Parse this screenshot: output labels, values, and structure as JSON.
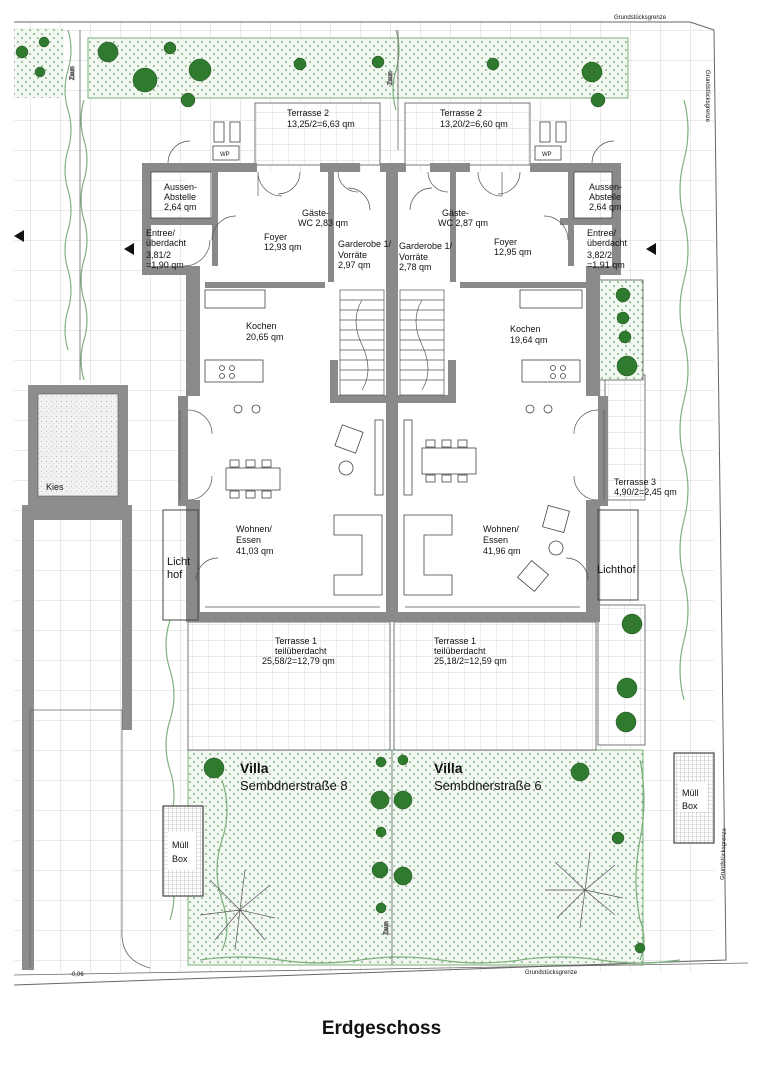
{
  "colors": {
    "wall": "#8a8a8a",
    "line": "#5a5a5a",
    "grid": "#c8c8c8",
    "hedge": "#7db07d",
    "tree": "#2f7a2f",
    "lawn_dot": "#3c8a3c"
  },
  "boundary": {
    "top_label": "Grundstücksgrenze",
    "right_label": "Grundstücksgrenze",
    "right_lower_label": "Grundstücksgrenze",
    "bottom_label": "Grundstücksgrenze",
    "level_mark": "-0,06"
  },
  "fence": {
    "label": "Zaun"
  },
  "left_house": {
    "terrace2": {
      "name": "Terrasse 2",
      "area": "13,25/2=6,63 qm"
    },
    "wp": "WP",
    "aussen": {
      "l1": "Aussen-",
      "l2": "Abstelle",
      "area": "2,64 qm"
    },
    "entree": {
      "l1": "Entree/",
      "l2": "überdacht",
      "l3": "3,81/2",
      "l4": "=1,90 qm"
    },
    "foyer": {
      "name": "Foyer",
      "area": "12,93 qm"
    },
    "gaeste": {
      "name": "Gäste-",
      "area": "WC 2,83 qm"
    },
    "garderobe": {
      "l1": "Garderobe 1/",
      "l2": "Vorräte",
      "area": "2,97 qm"
    },
    "kochen": {
      "name": "Kochen",
      "area": "20,65 qm"
    },
    "wohnen": {
      "l1": "Wohnen/",
      "l2": "Essen",
      "area": "41,03 qm"
    },
    "lichthof": {
      "l1": "Licht",
      "l2": "hof"
    },
    "terrace1": {
      "l1": "Terrasse 1",
      "l2": "teilüberdacht",
      "area": "25,58/2=12,79 qm"
    },
    "villa": "Villa",
    "street": "Sembdnerstraße 8"
  },
  "right_house": {
    "terrace2": {
      "name": "Terrasse 2",
      "area": "13,20/2=6,60 qm"
    },
    "wp": "WP",
    "aussen": {
      "l1": "Aussen-",
      "l2": "Abstelle",
      "area": "2,64 qm"
    },
    "entree": {
      "l1": "Entree/",
      "l2": "überdacht",
      "l3": "3,82/2",
      "l4": "=1,91 qm"
    },
    "foyer": {
      "name": "Foyer",
      "area": "12,95 qm"
    },
    "gaeste": {
      "name": "Gäste-",
      "area": "WC 2,87 qm"
    },
    "garderobe": {
      "l1": "Garderobe 1/",
      "l2": "Vorräte",
      "area": "2,78 qm"
    },
    "kochen": {
      "name": "Kochen",
      "area": "19,64 qm"
    },
    "wohnen": {
      "l1": "Wohnen/",
      "l2": "Essen",
      "area": "41,96 qm"
    },
    "lichthof": {
      "l1": "Lichthof"
    },
    "terrace3": {
      "name": "Terrasse 3",
      "area": "4,90/2=2,45 qm"
    },
    "terrace1": {
      "l1": "Terrasse 1",
      "l2": "teilüberdacht",
      "area": "25,18/2=12,59 qm"
    },
    "villa": "Villa",
    "street": "Sembdnerstraße 6"
  },
  "kies": "Kies",
  "muell_left": {
    "l1": "Müll",
    "l2": "Box"
  },
  "muell_right": {
    "l1": "Müll",
    "l2": "Box"
  },
  "caption": "Erdgeschoss"
}
